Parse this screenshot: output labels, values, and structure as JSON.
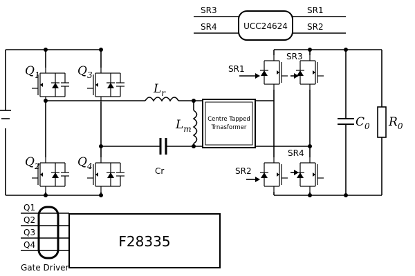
{
  "controller_sr": {
    "chip": "UCC24624",
    "left_pins": [
      "SR3",
      "SR4"
    ],
    "right_pins": [
      "SR1",
      "SR2"
    ]
  },
  "primary_switches": {
    "q1": {
      "letter": "Q",
      "sub": "1"
    },
    "q2": {
      "letter": "Q",
      "sub": "2"
    },
    "q3": {
      "letter": "Q",
      "sub": "3"
    },
    "q4": {
      "letter": "Q",
      "sub": "4"
    }
  },
  "resonant_tank": {
    "lr": {
      "letter": "L",
      "sub": "r"
    },
    "lm": {
      "letter": "L",
      "sub": "m"
    },
    "cr": "Cr"
  },
  "transformer": {
    "line1": "Centre Tapped",
    "line2": "Trnasformer"
  },
  "secondary": {
    "sr1": "SR1",
    "sr2": "SR2",
    "sr3": "SR3",
    "sr4": "SR4",
    "c0": {
      "letter": "C",
      "sub": "0"
    },
    "r0": {
      "letter": "R",
      "sub": "0"
    }
  },
  "controller": {
    "chip": "F28335",
    "inputs": [
      "Q1",
      "Q2",
      "Q3",
      "Q4"
    ],
    "driver_label": "Gate Driver"
  }
}
